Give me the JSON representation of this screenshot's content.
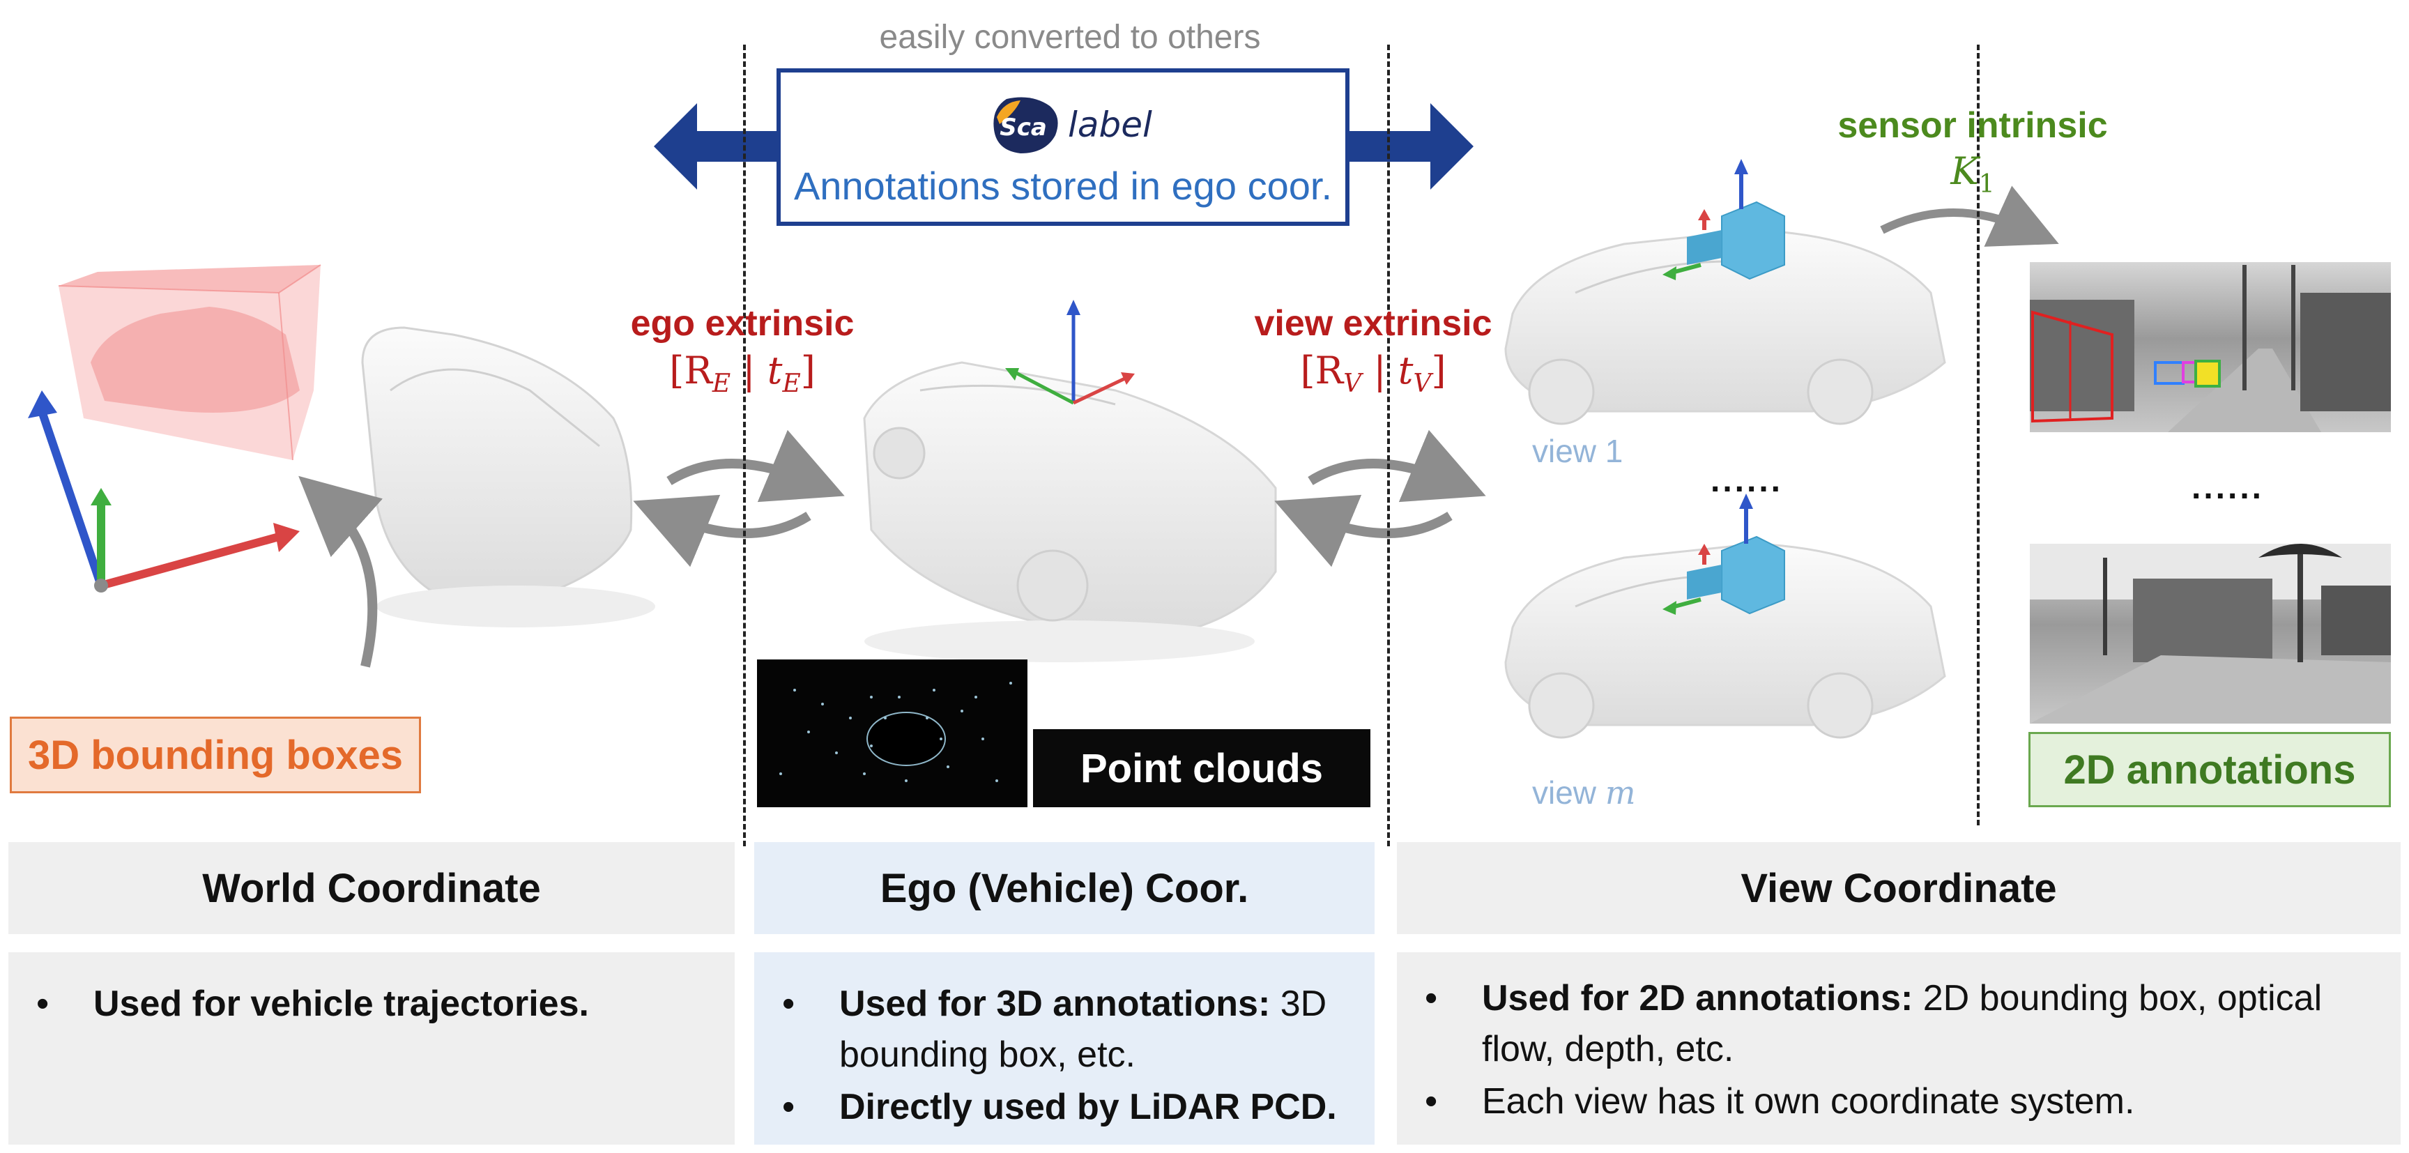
{
  "header": {
    "caption": "easily converted to others",
    "logo_text": "label",
    "logo_badge": "Sca",
    "storage_text": "Annotations stored in ego coor."
  },
  "labels": {
    "ego_extrinsic": "ego extrinsic",
    "ego_extrinsic_math": "[R",
    "ego_sub_E": "E",
    "ego_sep": "| t",
    "ego_sub_E2": "E",
    "ego_close": "]",
    "view_extrinsic": "view extrinsic",
    "view_math": "[R",
    "view_sub_V": "V",
    "view_sep": "| t",
    "view_sub_V2": "V",
    "view_close": "]",
    "sensor_intrinsic": "sensor intrinsic",
    "sensor_K": "K",
    "sensor_K_sub": "1",
    "view_1": "view 1",
    "view_m_prefix": "view ",
    "view_m_var": "m",
    "dots_middle": "......",
    "dots_right": "......"
  },
  "tags": {
    "bbox3d": "3D bounding boxes",
    "point_clouds": "Point clouds",
    "annot2d": "2D annotations"
  },
  "columns": [
    {
      "title": "World Coordinate",
      "bullets": [
        {
          "bold": "Used for vehicle trajectories.",
          "rest": ""
        }
      ]
    },
    {
      "title": "Ego (Vehicle) Coor.",
      "bullets": [
        {
          "bold": "Used for 3D annotations:",
          "rest": " 3D bounding box, etc."
        },
        {
          "bold": "Directly used by LiDAR PCD.",
          "rest": ""
        }
      ]
    },
    {
      "title": "View Coordinate",
      "bullets": [
        {
          "bold": "Used for 2D annotations:",
          "rest": " 2D bounding box, optical flow, depth, etc."
        },
        {
          "bold": "",
          "rest": "Each view has it own coordinate system."
        }
      ]
    }
  ],
  "colors": {
    "arrow_blue": "#1e3f8f",
    "extrinsic_red": "#b81c1c",
    "intrinsic_green": "#4c8a1e",
    "bbox_orange": "#e4692a",
    "panel_gray": "#efefef",
    "panel_blue": "#e6eef8"
  }
}
